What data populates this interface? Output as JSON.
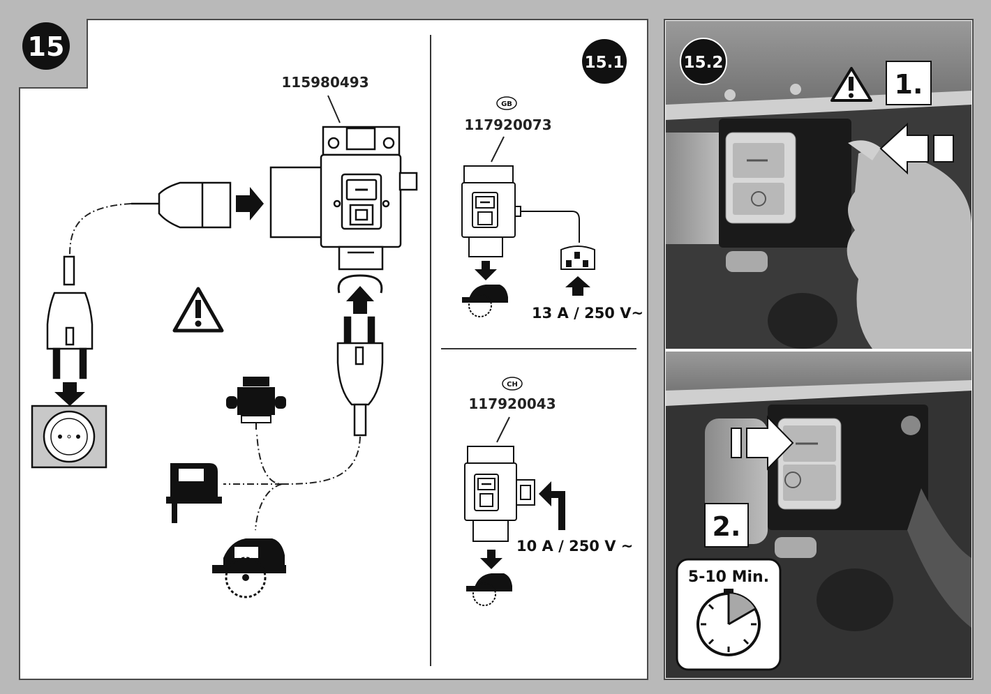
{
  "steps": {
    "main": "15",
    "sub1": "15.1",
    "sub2": "15.2"
  },
  "part_numbers": {
    "adapter": "115980493",
    "gb": "117920073",
    "ch": "117920043"
  },
  "country_codes": {
    "gb": "GB",
    "ch": "CH"
  },
  "ratings": {
    "gb": "13 A / 250 V~",
    "ch": "10 A / 250 V ~"
  },
  "photo_labels": {
    "step1": "1.",
    "step2": "2.",
    "duration": "5-10 Min."
  },
  "colors": {
    "frame": "#b9b9b9",
    "badge": "#111111",
    "photo_dark": "#2a2a2a",
    "switch_grey": "#d8d8d8"
  },
  "icons": [
    "warning-icon",
    "arrow-icon",
    "plug-icon",
    "socket-icon",
    "router-icon",
    "jigsaw-icon",
    "circular-saw-icon",
    "timer-icon"
  ]
}
